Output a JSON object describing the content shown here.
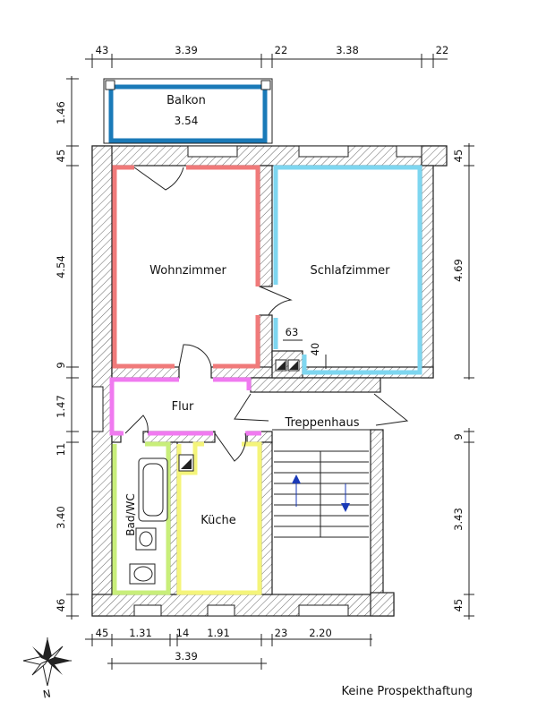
{
  "rooms": {
    "balkon": "Balkon",
    "balkon_area": "3.54",
    "wohnzimmer": "Wohnzimmer",
    "schlafzimmer": "Schlafzimmer",
    "flur": "Flur",
    "treppenhaus": "Treppenhaus",
    "bad_wc": "Bad/WC",
    "kueche": "Küche"
  },
  "dimensions": {
    "top": [
      "43",
      "3.39",
      "22",
      "3.38",
      "22"
    ],
    "bottom": [
      "45",
      "1.31",
      "14",
      "1.91",
      "23",
      "2.20"
    ],
    "bottom_total": "3.39",
    "left": [
      "1.46",
      "45",
      "4.54",
      "9",
      "1.47",
      "11",
      "3.40",
      "46"
    ],
    "right": [
      "45",
      "4.69",
      "9",
      "3.43",
      "45"
    ],
    "inner": [
      "63",
      "40"
    ]
  },
  "compass": {
    "north": "N"
  },
  "disclaimer": "Keine  Prospekthaftung",
  "colors": {
    "wohnzimmer": "#f07a7a",
    "schlafzimmer": "#7ed6f0",
    "flur": "#f07af0",
    "bad": "#c8ee7a",
    "kueche": "#f4f47a",
    "balkon": "#1a7ab8"
  }
}
